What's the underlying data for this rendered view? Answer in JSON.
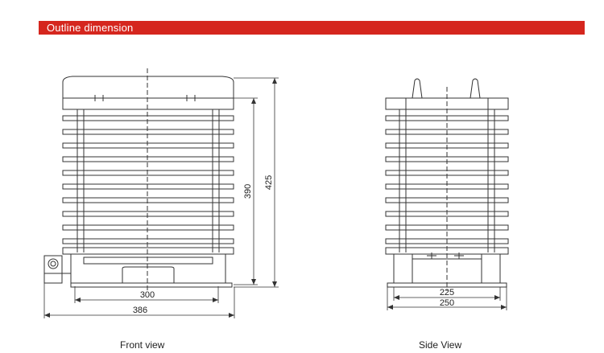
{
  "header": {
    "title": "Outline dimension",
    "accent_color": "#d5261e"
  },
  "front_view": {
    "caption": "Front view",
    "dims": {
      "inner_width": "300",
      "outer_width": "386",
      "body_height": "390",
      "total_height": "425"
    }
  },
  "side_view": {
    "caption": "Side View",
    "dims": {
      "inner_width": "225",
      "outer_width": "250"
    }
  }
}
